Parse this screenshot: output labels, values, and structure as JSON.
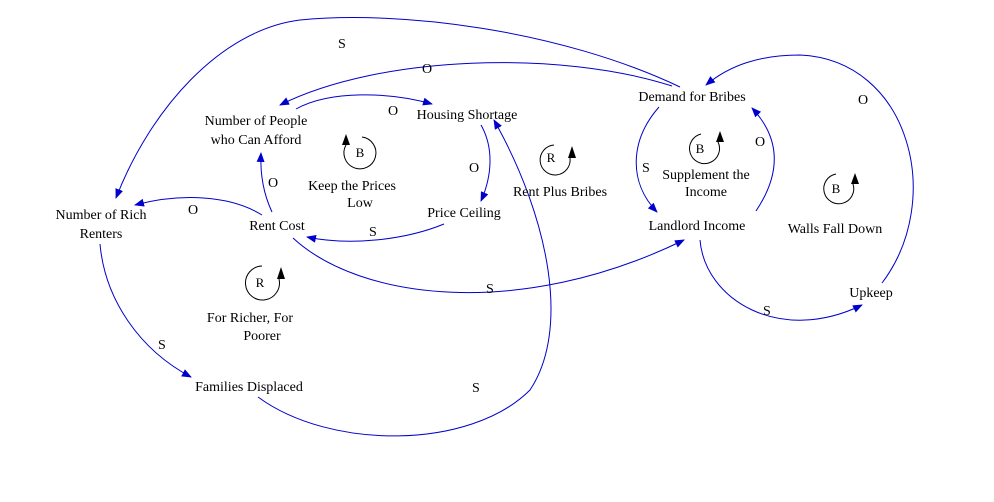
{
  "colors": {
    "edge": "#0000cc",
    "text": "#000000",
    "background": "#ffffff"
  },
  "variables": {
    "people_afford": [
      "Number of People",
      "who Can Afford"
    ],
    "housing_shortage": [
      "Housing Shortage"
    ],
    "demand_bribes": [
      "Demand for Bribes"
    ],
    "rich_renters": [
      "Number of Rich",
      "Renters"
    ],
    "rent_cost": [
      "Rent Cost"
    ],
    "price_ceiling": [
      "Price Ceiling"
    ],
    "landlord_income": [
      "Landlord Income"
    ],
    "upkeep": [
      "Upkeep"
    ],
    "families_displaced": [
      "Families Displaced"
    ]
  },
  "loops": {
    "keep_prices_low": {
      "type": "B",
      "name": [
        "Keep the Prices",
        "Low"
      ]
    },
    "rent_plus_bribes": {
      "type": "R",
      "name": [
        "Rent Plus Bribes"
      ]
    },
    "supplement_income": {
      "type": "B",
      "name": [
        "Supplement the",
        "Income"
      ]
    },
    "walls_fall_down": {
      "type": "B",
      "name": [
        "Walls Fall Down"
      ]
    },
    "richer_poorer": {
      "type": "R",
      "name": [
        "For Richer, For",
        "Poorer"
      ]
    }
  },
  "links": [
    {
      "id": "demand_to_rich",
      "polarity": "S"
    },
    {
      "id": "demand_to_people",
      "polarity": "O"
    },
    {
      "id": "people_to_shortage",
      "polarity": "O"
    },
    {
      "id": "shortage_to_ceiling",
      "polarity": "O"
    },
    {
      "id": "ceiling_to_rent",
      "polarity": "S"
    },
    {
      "id": "rent_to_people",
      "polarity": "O"
    },
    {
      "id": "rent_to_rich",
      "polarity": "O"
    },
    {
      "id": "rent_to_landlord",
      "polarity": "S"
    },
    {
      "id": "rich_to_displaced",
      "polarity": "S"
    },
    {
      "id": "displaced_to_shortage",
      "polarity": "S"
    },
    {
      "id": "demand_to_landlord",
      "polarity": "S"
    },
    {
      "id": "landlord_to_demand",
      "polarity": "O"
    },
    {
      "id": "landlord_to_upkeep",
      "polarity": "S"
    },
    {
      "id": "upkeep_to_demand",
      "polarity": "O"
    }
  ]
}
